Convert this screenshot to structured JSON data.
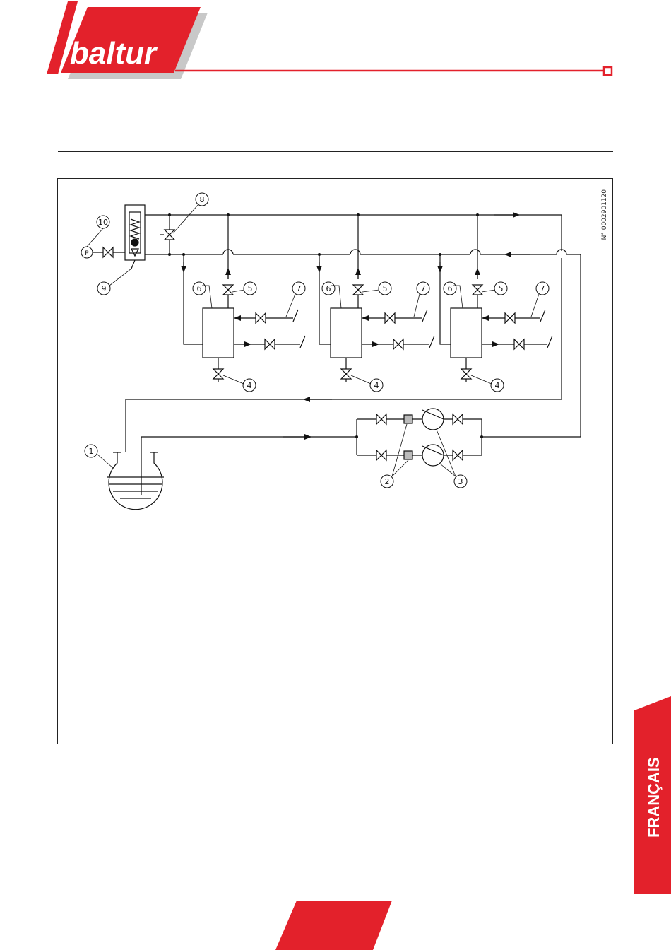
{
  "brand": {
    "name": "baltur",
    "color": "#e3212b"
  },
  "language_tab": {
    "label": "FRANÇAIS",
    "color": "#e3212b"
  },
  "diagram": {
    "reference": "N° 0002901120",
    "labels": {
      "tank": "1",
      "filter": "2",
      "pump": "3",
      "drain_valve": "4",
      "valve": "5",
      "heater": "6",
      "burner_feed": "7",
      "bypass_valve": "8",
      "pressure_regulator": "9",
      "pressure_gauge": "10",
      "gauge_symbol": "P"
    }
  }
}
